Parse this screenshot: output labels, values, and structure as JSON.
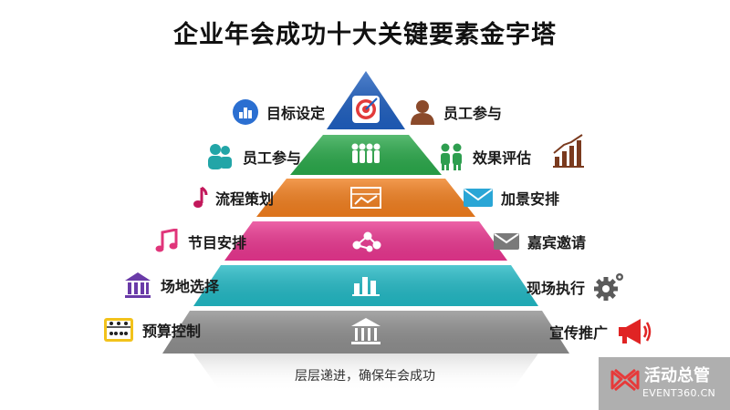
{
  "title": "企业年会成功十大关键要素金字塔",
  "caption": "层层递进，确保年会成功",
  "layers": [
    {
      "color": "#1f5fbf",
      "icon": "target-icon",
      "left": "目标设定",
      "right": "员工参与"
    },
    {
      "color": "#2aa84a",
      "icon": "people-group-icon",
      "left": "员工参与",
      "right": "效果评估"
    },
    {
      "color": "#f07e1e",
      "icon": "flowchart-icon",
      "left": "流程策划",
      "right": "加景安排"
    },
    {
      "color": "#e8368f",
      "icon": "network-icon",
      "left": "节目安排",
      "right": "嘉宾邀请"
    },
    {
      "color": "#22b8c4",
      "icon": "bar-chart-icon",
      "left": "场地选择",
      "right": "现场执行"
    },
    {
      "color": "#8e8e8e",
      "icon": "bank-icon",
      "left": "预算控制",
      "right": "宣传推广"
    }
  ],
  "side_icons": {
    "left": [
      "bar-chart-badge-icon",
      "people-icon",
      "music-note-icon",
      "music-notes-icon",
      "building-icon",
      "abacus-icon"
    ],
    "right": [
      "person-icon",
      "people-pair-icon",
      "envelope-icon",
      "envelope-icon",
      "gear-icon",
      "megaphone-icon"
    ]
  },
  "extra_icons": [
    "trend-chart-icon"
  ],
  "watermark": {
    "title": "活动总管",
    "url": "EVENT360.CN"
  }
}
